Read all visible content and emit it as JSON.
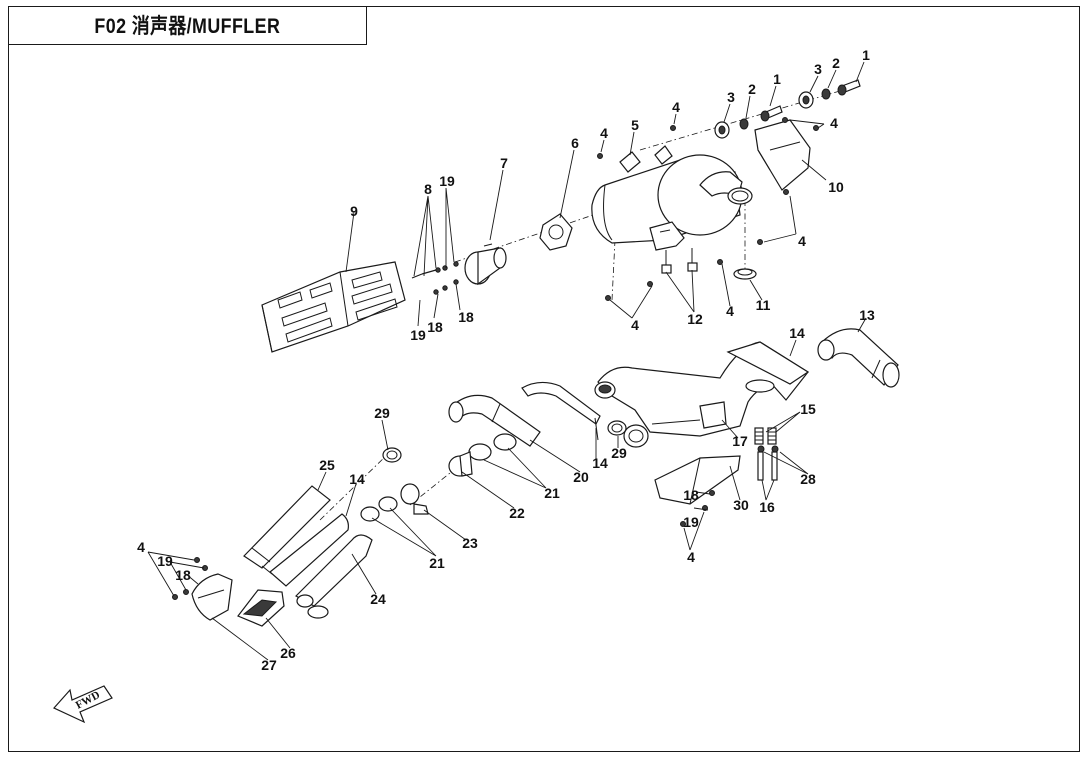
{
  "title": "F02  消声器/MUFFLER",
  "fwd_label": "FWD",
  "callouts": [
    {
      "id": "c1a",
      "text": "1"
    },
    {
      "id": "c1b",
      "text": "1"
    },
    {
      "id": "c2a",
      "text": "2"
    },
    {
      "id": "c2b",
      "text": "2"
    },
    {
      "id": "c3a",
      "text": "3"
    },
    {
      "id": "c3b",
      "text": "3"
    },
    {
      "id": "c4a",
      "text": "4"
    },
    {
      "id": "c4b",
      "text": "4"
    },
    {
      "id": "c4c",
      "text": "4"
    },
    {
      "id": "c4d",
      "text": "4"
    },
    {
      "id": "c4e",
      "text": "4"
    },
    {
      "id": "c4f",
      "text": "4"
    },
    {
      "id": "c4g",
      "text": "4"
    },
    {
      "id": "c4h",
      "text": "4"
    },
    {
      "id": "c5",
      "text": "5"
    },
    {
      "id": "c6",
      "text": "6"
    },
    {
      "id": "c7",
      "text": "7"
    },
    {
      "id": "c8",
      "text": "8"
    },
    {
      "id": "c9",
      "text": "9"
    },
    {
      "id": "c10",
      "text": "10"
    },
    {
      "id": "c11",
      "text": "11"
    },
    {
      "id": "c12",
      "text": "12"
    },
    {
      "id": "c13",
      "text": "13"
    },
    {
      "id": "c14a",
      "text": "14"
    },
    {
      "id": "c14b",
      "text": "14"
    },
    {
      "id": "c14c",
      "text": "14"
    },
    {
      "id": "c15",
      "text": "15"
    },
    {
      "id": "c16",
      "text": "16"
    },
    {
      "id": "c17",
      "text": "17"
    },
    {
      "id": "c18a",
      "text": "18"
    },
    {
      "id": "c18b",
      "text": "18"
    },
    {
      "id": "c18c",
      "text": "18"
    },
    {
      "id": "c18d",
      "text": "18"
    },
    {
      "id": "c19a",
      "text": "19"
    },
    {
      "id": "c19b",
      "text": "19"
    },
    {
      "id": "c19c",
      "text": "19"
    },
    {
      "id": "c19d",
      "text": "19"
    },
    {
      "id": "c20",
      "text": "20"
    },
    {
      "id": "c21a",
      "text": "21"
    },
    {
      "id": "c21b",
      "text": "21"
    },
    {
      "id": "c22",
      "text": "22"
    },
    {
      "id": "c23",
      "text": "23"
    },
    {
      "id": "c24",
      "text": "24"
    },
    {
      "id": "c25",
      "text": "25"
    },
    {
      "id": "c26",
      "text": "26"
    },
    {
      "id": "c27",
      "text": "27"
    },
    {
      "id": "c28",
      "text": "28"
    },
    {
      "id": "c29a",
      "text": "29"
    },
    {
      "id": "c29b",
      "text": "29"
    },
    {
      "id": "c30",
      "text": "30"
    }
  ]
}
